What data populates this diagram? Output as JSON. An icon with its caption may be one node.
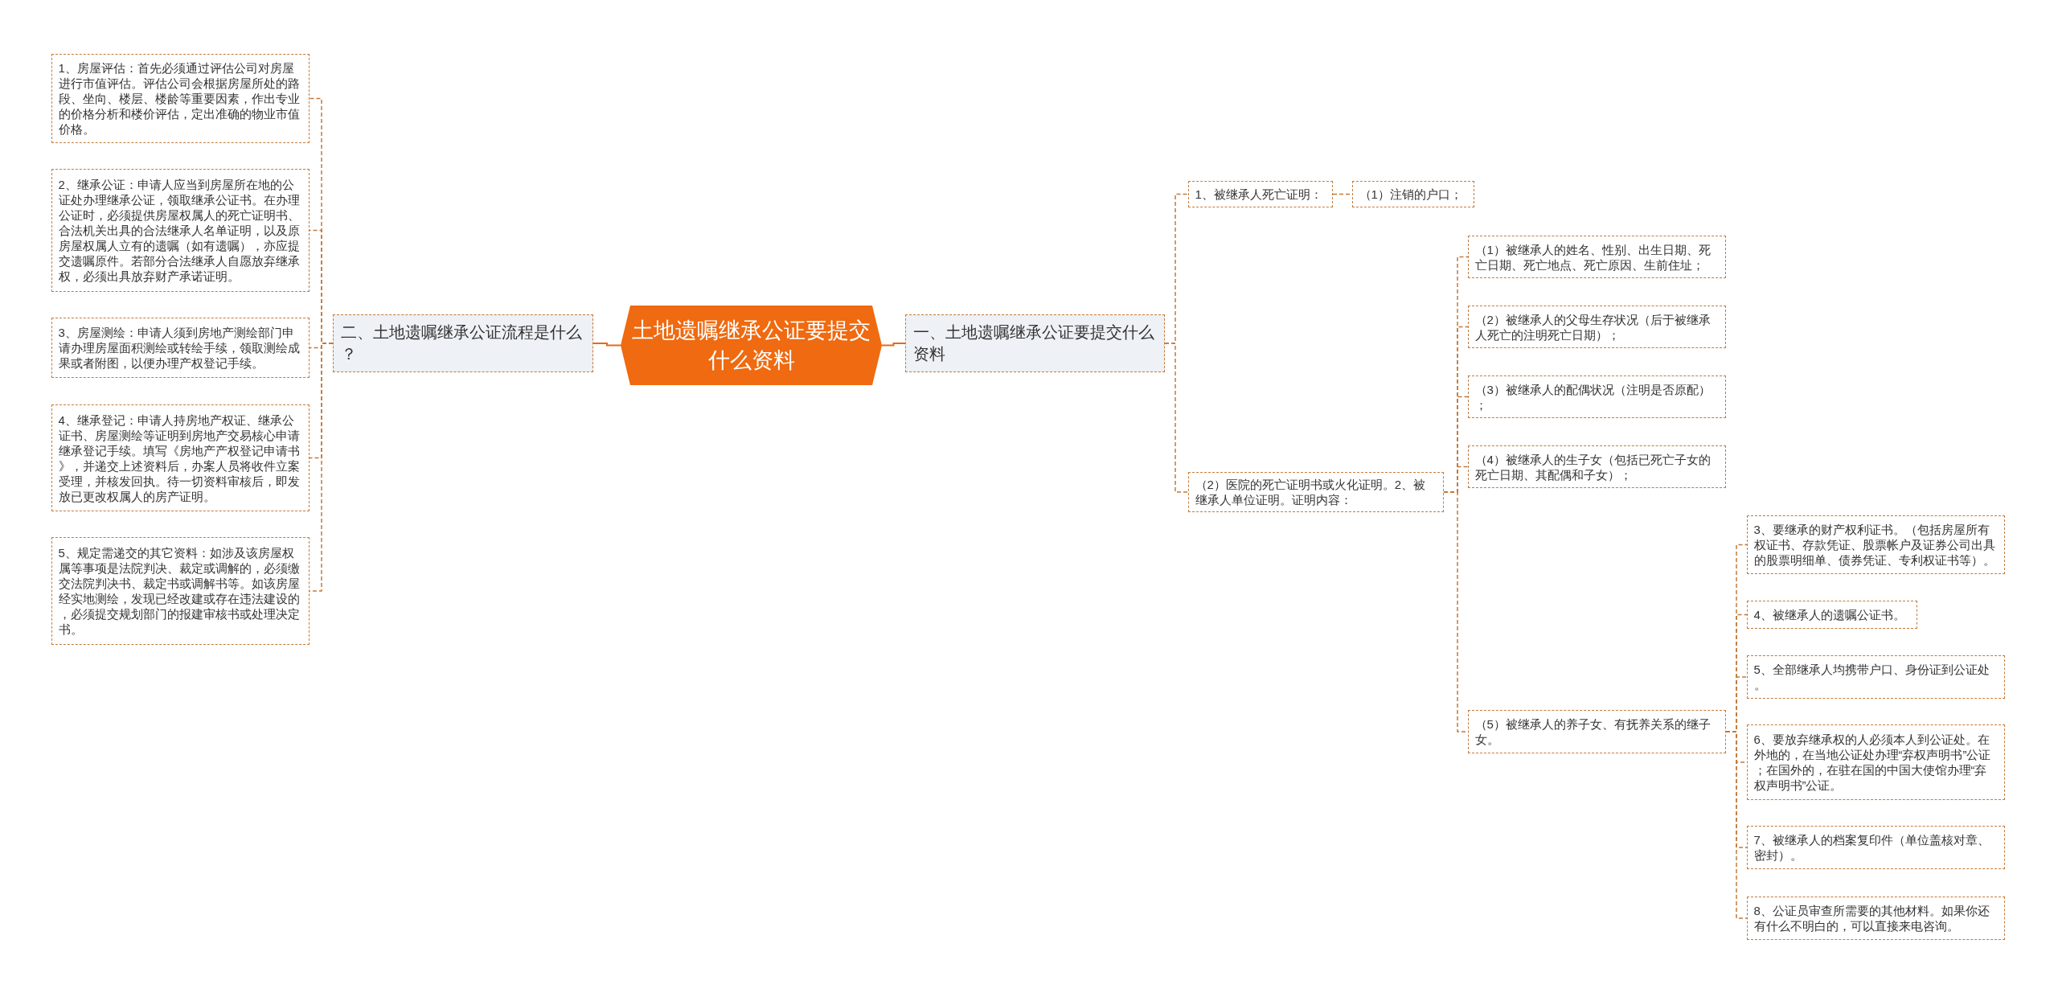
{
  "diagram": {
    "nodes": [
      {
        "text": [
          "土地遗嘱继承公证要提交什么资料"
        ]
      },
      {
        "text": [
          "二、土地遗嘱继承公证流程是什么？"
        ]
      },
      {
        "text": [
          "1、房屋评估：首先必须通过评估公司对房屋进行市值评估。评估公司会根据房屋所处的路段、坐向、楼层、楼龄等重要因素，作出专业的价格分析和楼价评估，定出准确的物业市值价格。"
        ]
      },
      {
        "text": [
          "2、继承公证：申请人应当到房屋所在地的公证处办理继承公证，领取继承公证书。在办理公证时，必须提供房屋权属人的死亡证明书、合法机关出具的合法继承人名单证明，以及原房屋权属人立有的遗嘱（如有遗嘱），亦应提交遗嘱原件。若部分合法继承人自愿放弃继承权，必须出具放弃财产承诺证明。"
        ]
      },
      {
        "text": [
          "3、房屋测绘：申请人须到房地产测绘部门申请办理房屋面积测绘或转绘手续，领取测绘成果或者附图，以便办理产权登记手续。"
        ]
      },
      {
        "text": [
          "4、继承登记：申请人持房地产权证、继承公证书、房屋测绘等证明到房地产交易核心申请继承登记手续。填写《房地产产权登记申请书》，并递交上述资料后，办案人员将收件立案受理，并核发回执。待一切资料审核后，即发放已更改权属人的房产证明。"
        ]
      },
      {
        "text": [
          "5、规定需递交的其它资料：如涉及该房屋权属等事项是法院判决、裁定或调解的，必须缴交法院判决书、裁定书或调解书等。如该房屋经实地测绘，发现已经改建或存在违法建设的，必须提交规划部门的报建审核书或处理决定书。"
        ]
      },
      {
        "text": [
          "一、土地遗嘱继承公证要提交什么资料"
        ]
      },
      {
        "text": [
          "1、被继承人死亡证明："
        ]
      },
      {
        "text": [
          "（1）注销的户口；"
        ]
      },
      {
        "text": [
          "（2）医院的死亡证明书或火化证明。2、被继承人单位证明。证明内容："
        ]
      },
      {
        "text": [
          "（1）被继承人的姓名、性别、出生日期、死亡日期、死亡地点、死亡原因、生前住址；"
        ]
      },
      {
        "text": [
          "（2）被继承人的父母生存状况（后于被继承人死亡的注明死亡日期）；"
        ]
      },
      {
        "text": [
          "（3）被继承人的配偶状况（注明是否原配）；"
        ]
      },
      {
        "text": [
          "（4）被继承人的生子女（包括已死亡子女的死亡日期、其配偶和子女）；"
        ]
      },
      {
        "text": [
          "（5）被继承人的养子女、有抚养关系的继子女。"
        ]
      },
      {
        "text": [
          "3、要继承的财产权利证书。（包括房屋所有权证书、存款凭证、股票帐户及证券公司出具的股票明细单、债券凭证、专利权证书等）。"
        ]
      },
      {
        "text": [
          "4、被继承人的遗嘱公证书。"
        ]
      },
      {
        "text": [
          "5、全部继承人均携带户口、身份证到公证处。"
        ]
      },
      {
        "text": [
          "6、要放弃继承权的人必须本人到公证处。在外地的，在当地公证处办理“弃权声明书”公证；在国外的，在驻在国的中国大使馆办理“弃权声明书”公证。"
        ]
      },
      {
        "text": [
          "7、被继承人的档案复印件（单位盖核对章、密封）。"
        ]
      },
      {
        "text": [
          "8、公证员审查所需要的其他材料。如果你还有什么不明白的，可以直接来电咨询。"
        ]
      }
    ],
    "edges": [
      {
        "from": 0,
        "to": 1,
        "arrow": "none",
        "color": "#e56a17"
      },
      {
        "from": 1,
        "to": 2,
        "arrow": "none",
        "style": "dashed"
      },
      {
        "from": 1,
        "to": 3,
        "arrow": "none",
        "style": "dashed"
      },
      {
        "from": 1,
        "to": 4,
        "arrow": "none",
        "style": "dashed"
      },
      {
        "from": 1,
        "to": 5,
        "arrow": "none",
        "style": "dashed"
      },
      {
        "from": 1,
        "to": 6,
        "arrow": "none",
        "style": "dashed"
      },
      {
        "from": 0,
        "to": 7,
        "arrow": "none",
        "color": "#e56a17"
      },
      {
        "from": 7,
        "to": 8,
        "arrow": "none",
        "style": "dashed"
      },
      {
        "from": 8,
        "to": 9,
        "arrow": "none",
        "style": "dashed"
      },
      {
        "from": 7,
        "to": 10,
        "arrow": "none",
        "style": "dashed"
      },
      {
        "from": 10,
        "to": 11,
        "arrow": "none",
        "style": "dashed"
      },
      {
        "from": 10,
        "to": 12,
        "arrow": "none",
        "style": "dashed"
      },
      {
        "from": 10,
        "to": 13,
        "arrow": "none",
        "style": "dashed"
      },
      {
        "from": 10,
        "to": 14,
        "arrow": "none",
        "style": "dashed"
      },
      {
        "from": 10,
        "to": 15,
        "arrow": "none",
        "style": "dashed"
      },
      {
        "from": 15,
        "to": 16,
        "arrow": "none",
        "style": "dashed"
      },
      {
        "from": 15,
        "to": 17,
        "arrow": "none",
        "style": "dashed"
      },
      {
        "from": 15,
        "to": 18,
        "arrow": "none",
        "style": "dashed"
      },
      {
        "from": 15,
        "to": 19,
        "arrow": "none",
        "style": "dashed"
      },
      {
        "from": 15,
        "to": 20,
        "arrow": "none",
        "style": "dashed"
      },
      {
        "from": 15,
        "to": 21,
        "arrow": "none",
        "style": "dashed"
      }
    ]
  }
}
